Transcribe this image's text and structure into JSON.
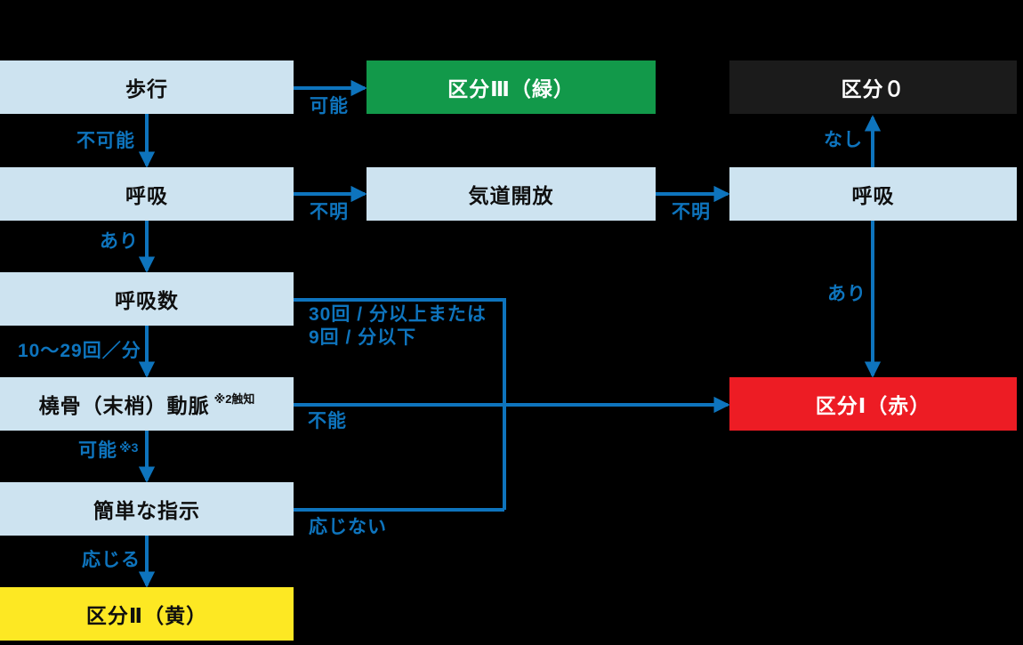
{
  "colors": {
    "background": "#000000",
    "node_fill_blue": "#cde3f0",
    "arrow_blue": "#0e74bd",
    "category_green": "#12994a",
    "category_red": "#ed1c24",
    "category_yellow": "#fde823",
    "category_black": "#1b1b1b",
    "node_text_dark": "#0f0f0f",
    "node_text_white": "#ffffff"
  },
  "nodes": {
    "walk": {
      "label": "歩行"
    },
    "cat3": {
      "label": "区分Ⅲ（緑）"
    },
    "cat0": {
      "label": "区分０"
    },
    "breathing_left": {
      "label": "呼吸"
    },
    "airway": {
      "label": "気道開放"
    },
    "breathing_right": {
      "label": "呼吸"
    },
    "resp_rate": {
      "label": "呼吸数"
    },
    "radial_artery": {
      "label": "橈骨（末梢）動脈",
      "note": "※2触知"
    },
    "cat1": {
      "label": "区分Ⅰ（赤）"
    },
    "simple_commands": {
      "label": "簡単な指示"
    },
    "cat2": {
      "label": "区分Ⅱ（黄）"
    }
  },
  "edge_labels": {
    "walk_possible": "可能",
    "walk_impossible": "不可能",
    "breathing_unknown": "不明",
    "airway_unknown": "不明",
    "breathing_absent": "なし",
    "breathing_present_left": "あり",
    "breathing_present_right": "あり",
    "rate_normal": "10〜29回／分",
    "rate_abnormal_line1": "30回 / 分以上または",
    "rate_abnormal_line2": "9回 / 分以下",
    "pulse_absent": "不能",
    "pulse_present": "可能",
    "pulse_present_note": "※3",
    "no_response": "応じない",
    "responds": "応じる"
  }
}
